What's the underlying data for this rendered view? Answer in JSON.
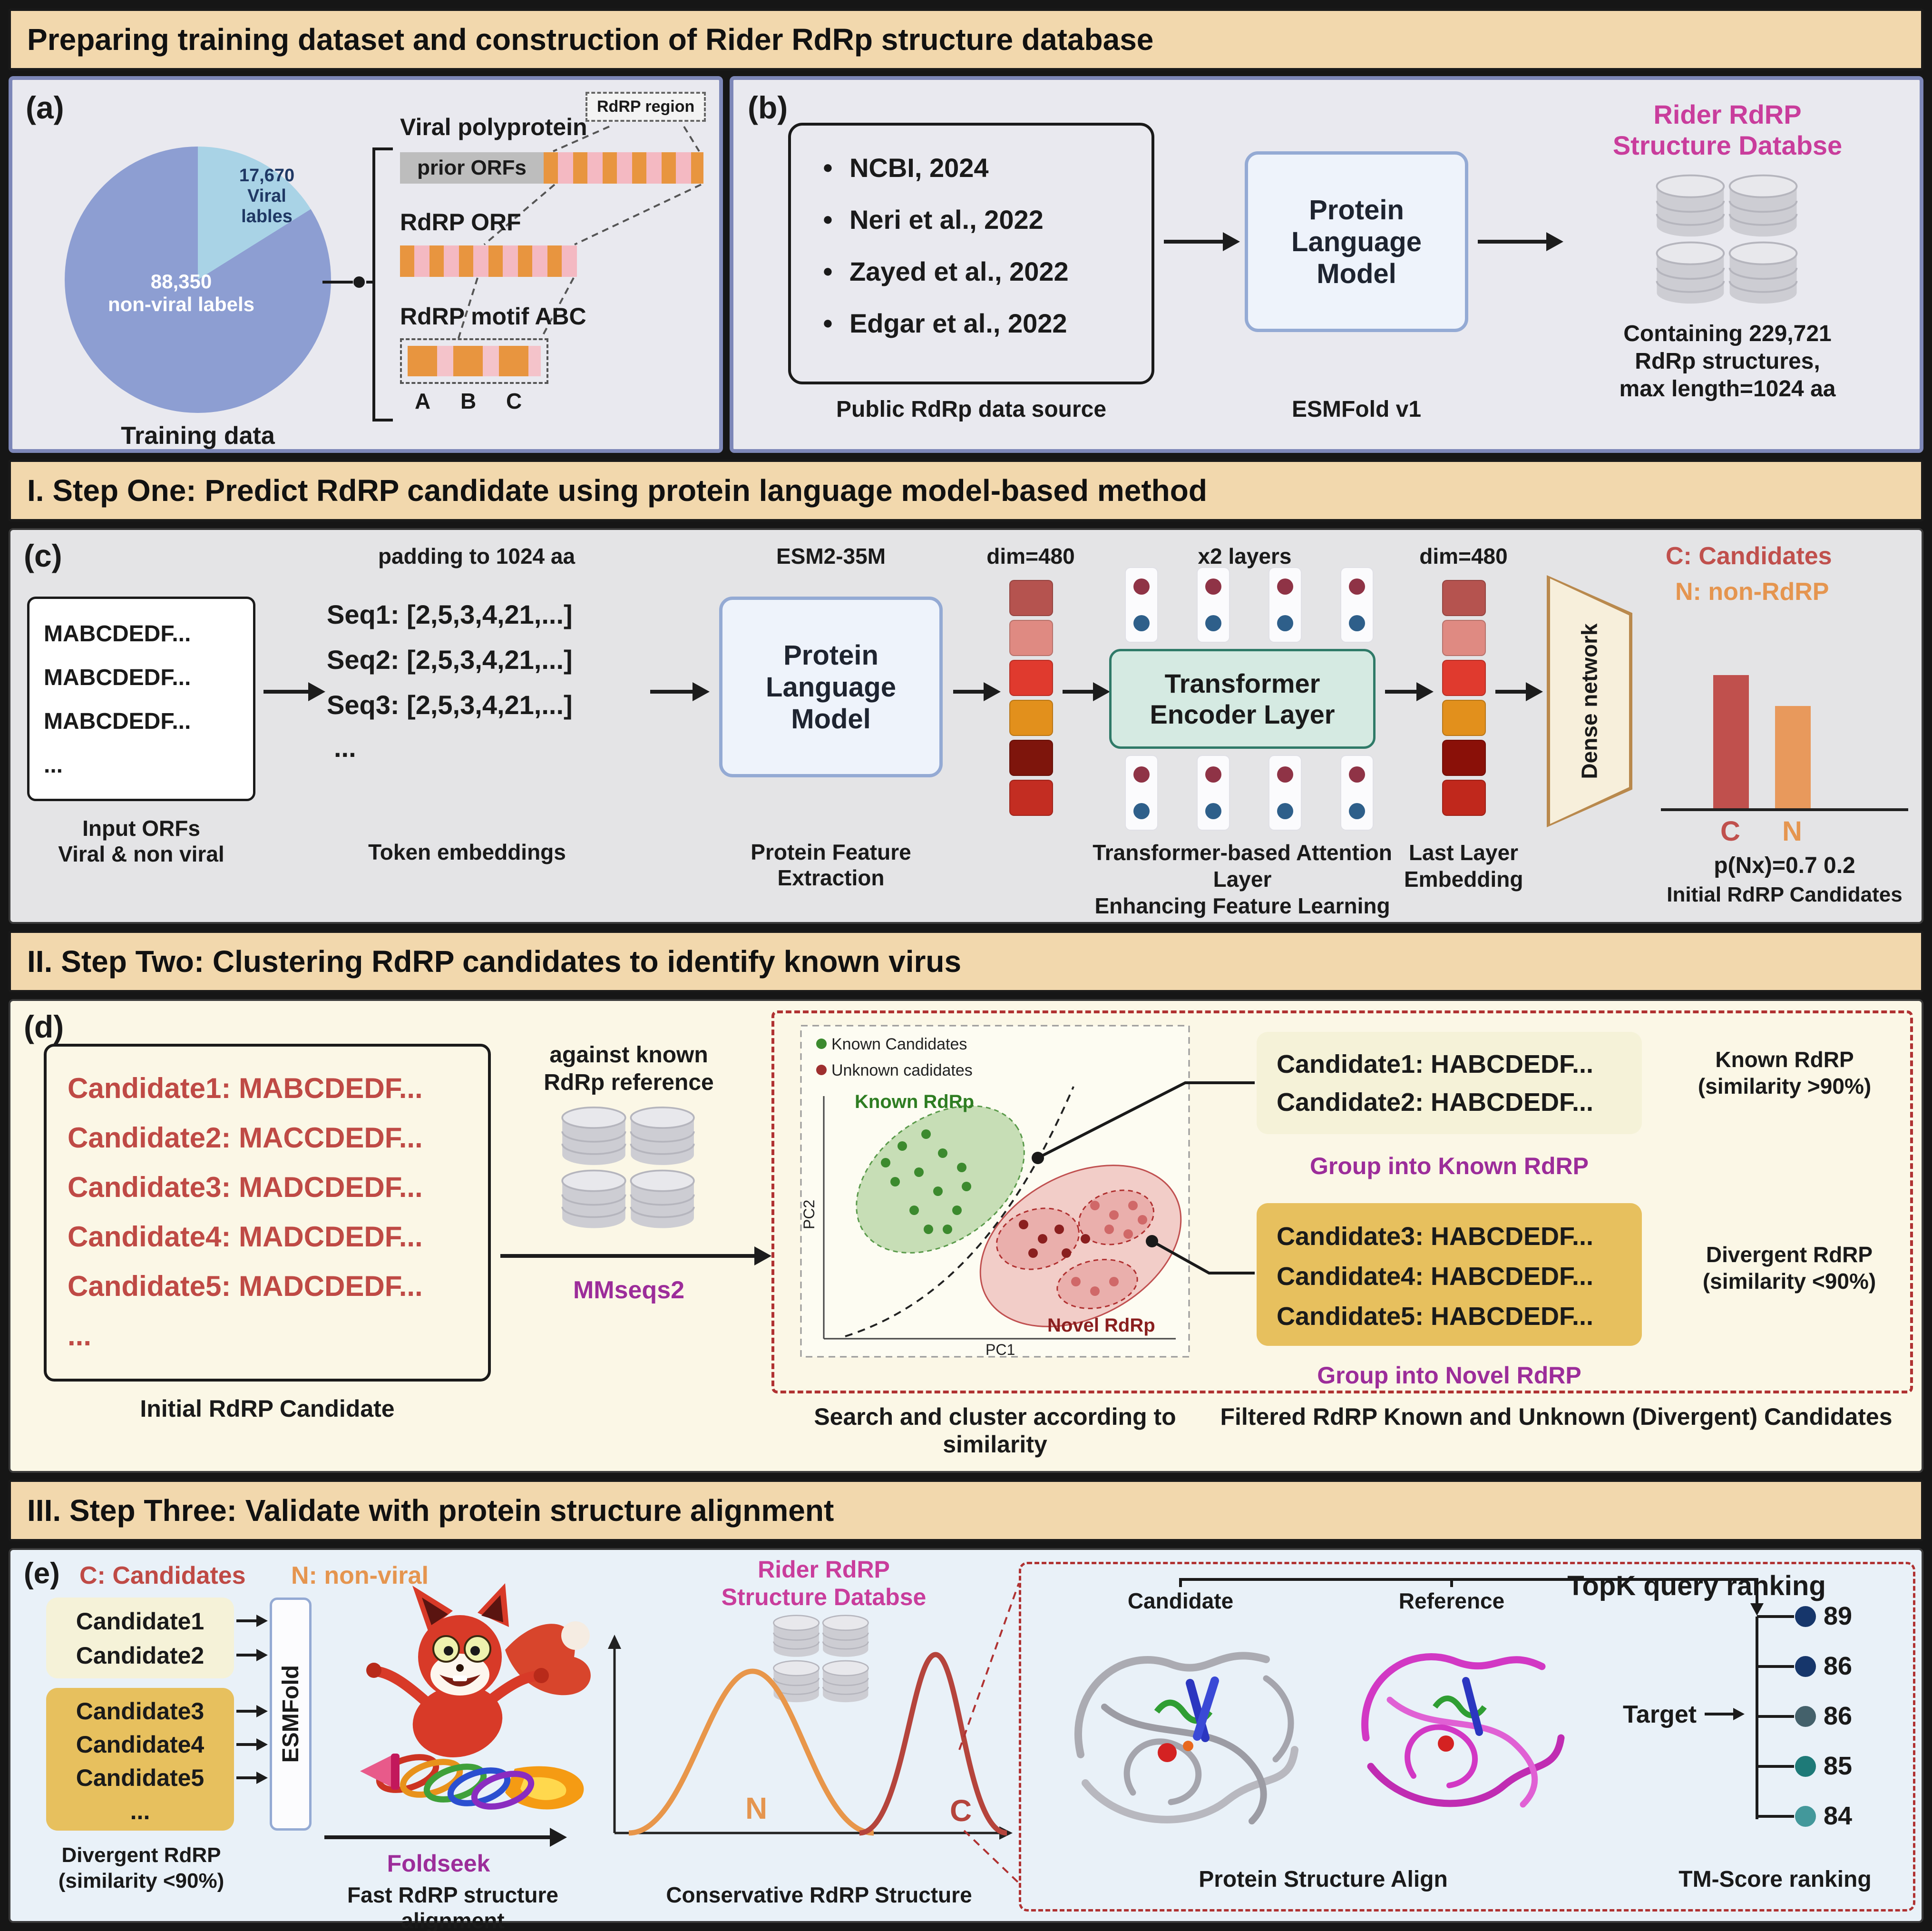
{
  "title_bar": "Preparing training dataset and construction of Rider RdRp structure database",
  "step1_bar": "I. Step One: Predict RdRP candidate using protein language model-based method",
  "step2_bar": "II. Step Two: Clustering RdRP candidates to identify known virus",
  "step3_bar": "III. Step Three: Validate with protein structure alignment",
  "colors": {
    "band_bg": "#f2d8ad",
    "pie_viral": "#a9d3e6",
    "pie_nonviral": "#8d9ed2",
    "candidate_red": "#bf4a45",
    "nonrdrp_orange": "#e5954f",
    "accent_pink": "#c93d9c",
    "accent_purple": "#9c2d9a",
    "known_box": "#f5f2d8",
    "divergent_box": "#e7c05e",
    "bar_c": "#c0504d",
    "bar_n": "#e8995c"
  },
  "icons": {
    "database_icon": "stacked-gray-cylinders",
    "fox_mascot_icon": "fox-riding-rainbow-rocket",
    "protein_candidate_icon": "gray-ribbon-structure",
    "protein_reference_icon": "magenta-ribbon-structure"
  },
  "panel_a": {
    "tag": "(a)",
    "pie_viral": "17,670\nViral\nlables",
    "pie_nonviral": "88,350\nnon-viral labels",
    "caption": "Training data",
    "polyprotein_label": "Viral polyprotein",
    "rdrp_region": "RdRP region",
    "prior_orfs": "prior ORFs",
    "rdrp_orf": "RdRP ORF",
    "rdrp_motif": "RdRP motif ABC",
    "motif_a": "A",
    "motif_b": "B",
    "motif_c": "C"
  },
  "panel_b": {
    "tag": "(b)",
    "sources": [
      "NCBI, 2024",
      "Neri et al., 2022",
      "Zayed et al., 2022",
      "Edgar et al., 2022"
    ],
    "sources_caption": "Public RdRp data source",
    "plm": "Protein\nLanguage\nModel",
    "plm_caption": "ESMFold v1",
    "db_title": "Rider RdRP\nStructure Databse",
    "db_caption": "Containing 229,721\nRdRp structures,\nmax length=1024 aa"
  },
  "panel_c": {
    "tag": "(c)",
    "orfs": [
      "MABCDEDF...",
      "MABCDEDF...",
      "MABCDEDF...",
      "..."
    ],
    "orfs_caption": "Input ORFs\nViral & non viral",
    "padding_note": "padding to 1024 aa",
    "seqs": [
      "Seq1: [2,5,3,4,21,...]",
      "Seq2: [2,5,3,4,21,...]",
      "Seq3: [2,5,3,4,21,...]",
      "..."
    ],
    "seqs_caption": "Token embeddings",
    "esm_note": "ESM2-35M",
    "plm": "Protein\nLanguage\nModel",
    "plm_caption": "Protein Feature Extraction",
    "dim_in": "dim=480",
    "layers_note": "x2 layers",
    "transformer": "Transformer\nEncoder Layer",
    "transformer_caption": "Transformer-based Attention Layer\nEnhancing Feature Learning",
    "dim_out": "dim=480",
    "last_layer_caption": "Last Layer\nEmbedding",
    "dense": "Dense network",
    "legend_c": "C: Candidates",
    "legend_n": "N: non-RdRP",
    "bar_c_label": "C",
    "bar_n_label": "N",
    "prob_note": "p(Nx)=0.7 0.2",
    "result_caption": "Initial RdRP Candidates",
    "embed_colors_in": [
      "#b5534f",
      "#df8a82",
      "#e03a2e",
      "#e2901c",
      "#7e150c",
      "#c32d22"
    ],
    "embed_colors_out": [
      "#b5534f",
      "#df8a82",
      "#e03a2e",
      "#e2901c",
      "#8a1008",
      "#c0281c"
    ]
  },
  "panel_d": {
    "tag": "(d)",
    "candidates": [
      "Candidate1: MABCDEDF...",
      "Candidate2: MACCDEDF...",
      "Candidate3: MADCDEDF...",
      "Candidate4: MADCDEDF...",
      "Candidate5: MADCDEDF...",
      "..."
    ],
    "candidates_caption": "Initial RdRP Candidate",
    "against_note": "against known\nRdRp reference",
    "tool": "MMseqs2",
    "scatter": {
      "legend_known": "Known Candidates",
      "legend_unknown": "Unknown cadidates",
      "known_label": "Known RdRp",
      "novel_label": "Novel RdRp",
      "x_axis": "PC1",
      "y_axis": "PC2"
    },
    "scatter_caption": "Search and cluster according to similarity",
    "known_group": [
      "Candidate1: HABCDEDF...",
      "Candidate2: HABCDEDF..."
    ],
    "known_note": "Known RdRP\n(similarity >90%)",
    "known_group_caption": "Group into Known RdRP",
    "novel_group": [
      "Candidate3: HABCDEDF...",
      "Candidate4: HABCDEDF...",
      "Candidate5: HABCDEDF..."
    ],
    "novel_note": "Divergent RdRP\n(similarity <90%)",
    "novel_group_caption": "Group into Novel RdRP",
    "filtered_caption": "Filtered RdRP Known and Unknown (Divergent) Candidates"
  },
  "panel_e": {
    "tag": "(e)",
    "legend_c": "C: Candidates",
    "legend_n": "N: non-viral",
    "known_items": [
      "Candidate1",
      "Candidate2"
    ],
    "novel_items": [
      "Candidate3",
      "Candidate4",
      "Candidate5",
      "..."
    ],
    "novel_caption": "Divergent RdRP\n(similarity <90%)",
    "esmfold": "ESMFold",
    "tool": "Foldseek",
    "tool_caption": "Fast RdRP structure alignment",
    "db_title": "Rider RdRP\nStructure Databse",
    "dist_n": "N",
    "dist_c": "C",
    "dist_caption": "Conservative RdRP Structure",
    "topk_title": "TopK query ranking",
    "candidate_label": "Candidate",
    "reference_label": "Reference",
    "target_label": "Target",
    "scores": [
      "89",
      "86",
      "86",
      "85",
      "84"
    ],
    "score_colors": [
      "#16366b",
      "#16366b",
      "#44616b",
      "#1e7a78",
      "#43989b"
    ],
    "align_caption": "Protein Structure Align",
    "ranking_caption": "TM-Score ranking"
  }
}
